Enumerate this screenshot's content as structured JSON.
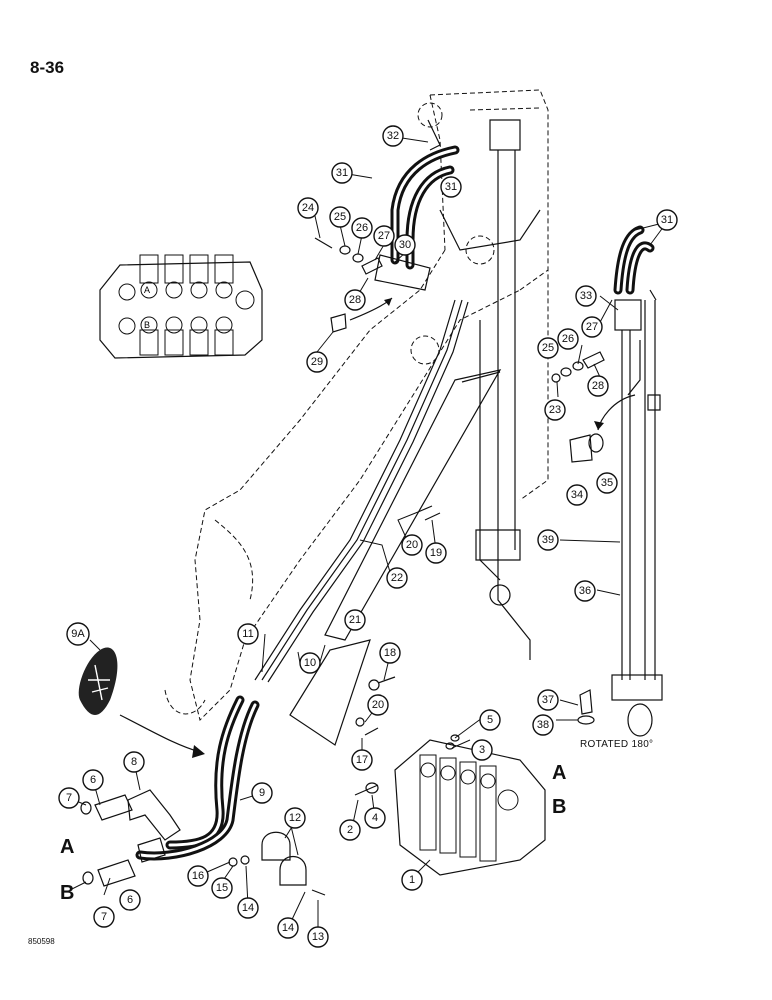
{
  "page": {
    "number": "8-36",
    "drawing_code": "850598",
    "rotated_note": "ROTATED 180°"
  },
  "port_labels": {
    "left_a": "A",
    "left_b": "B",
    "valve_a": "A",
    "valve_b": "B",
    "mini_a": "A",
    "mini_b": "B"
  },
  "callouts": [
    "1",
    "2",
    "3",
    "4",
    "5",
    "6",
    "6",
    "7",
    "7",
    "8",
    "9",
    "9A",
    "10",
    "11",
    "12",
    "13",
    "14",
    "14",
    "15",
    "16",
    "17",
    "18",
    "19",
    "20",
    "20",
    "21",
    "22",
    "23",
    "24",
    "25",
    "25",
    "26",
    "26",
    "27",
    "27",
    "28",
    "28",
    "29",
    "30",
    "31",
    "31",
    "31",
    "32",
    "33",
    "34",
    "35",
    "36",
    "37",
    "38",
    "39"
  ]
}
